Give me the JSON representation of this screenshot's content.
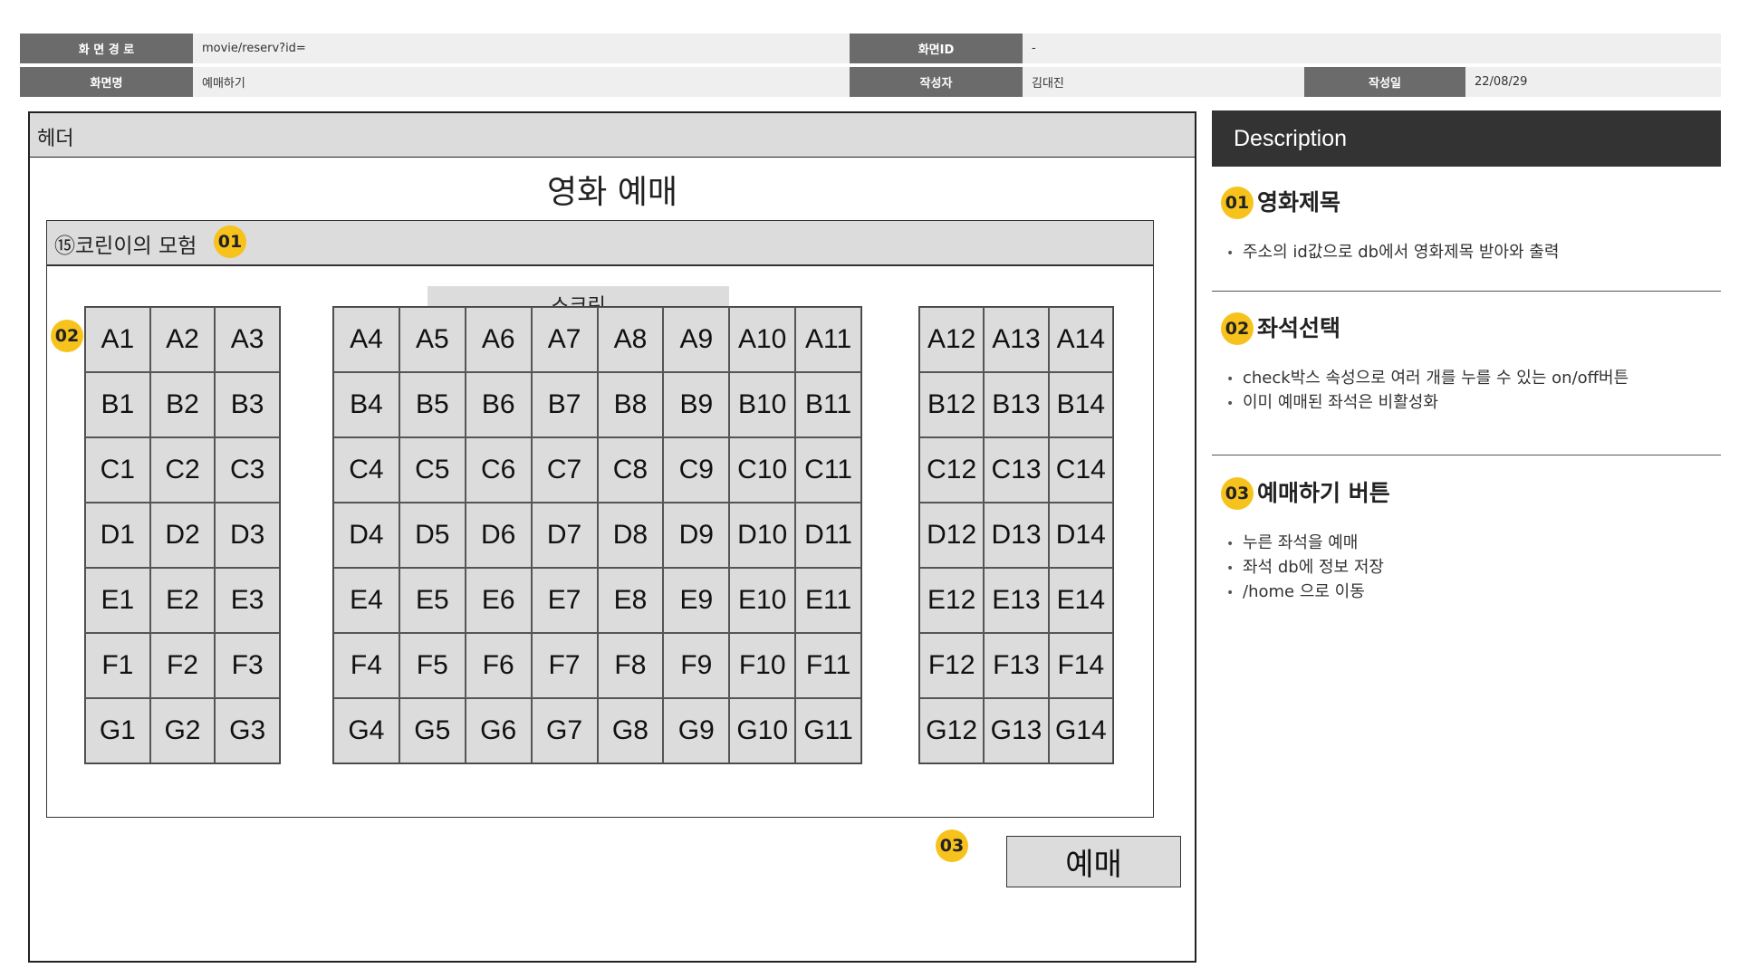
{
  "meta": {
    "path_label": "화 면 경 로",
    "path_value": "movie/reserv?id=",
    "id_label": "화면ID",
    "id_value": "-",
    "name_label": "화면명",
    "name_value": "예매하기",
    "author_label": "작성자",
    "author_value": "김대진",
    "date_label": "작성일",
    "date_value": "22/08/29"
  },
  "wireframe": {
    "header_label": "헤더",
    "page_title": "영화 예매",
    "movie_title": "⑮코린이의 모험",
    "screen_label": "스크린",
    "reserve_label": "예매",
    "badges": {
      "movie": "01",
      "seats": "02",
      "reserve": "03"
    }
  },
  "seats": {
    "rows": [
      "A",
      "B",
      "C",
      "D",
      "E",
      "F",
      "G"
    ],
    "blocks": [
      {
        "name": "left",
        "cols": [
          "1",
          "2",
          "3"
        ]
      },
      {
        "name": "center",
        "cols": [
          "4",
          "5",
          "6",
          "7",
          "8",
          "9",
          "10",
          "11"
        ]
      },
      {
        "name": "right",
        "cols": [
          "12",
          "13",
          "14"
        ]
      }
    ]
  },
  "description": {
    "header": "Description",
    "sections": [
      {
        "num": "01",
        "title": "영화제목",
        "bullets": [
          "주소의 id값으로 db에서 영화제목 받아와 출력"
        ]
      },
      {
        "num": "02",
        "title": "좌석선택",
        "bullets": [
          "check박스 속성으로 여러 개를 누를 수 있는 on/off버튼",
          "이미 예매된 좌석은 비활성화"
        ]
      },
      {
        "num": "03",
        "title": "예매하기 버튼",
        "bullets": [
          "누른 좌석을 예매",
          "좌석 db에 정보 저장",
          "/home 으로 이동"
        ]
      }
    ]
  },
  "colors": {
    "badge": "#f7c21b",
    "label_bg": "#6b6b6b",
    "desc_header_bg": "#333333",
    "seat_bg": "#dcdcdc"
  }
}
